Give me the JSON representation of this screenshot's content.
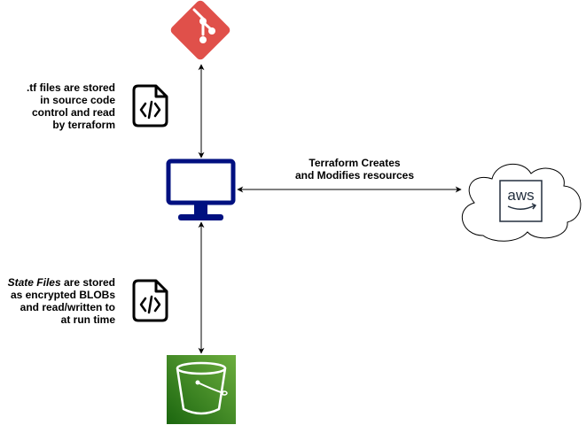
{
  "labels": {
    "tf_files": {
      "line1": ".tf files are stored",
      "line2": "in source code",
      "line3": "control and read",
      "line4": "by terraform"
    },
    "resources": {
      "line1": "Terraform Creates",
      "line2": "and Modifies resources"
    },
    "state_files": {
      "emphasis": "State Files",
      "line1_rest": " are stored",
      "line2": "as encrypted BLOBs",
      "line3": "and read/written to",
      "line4": "at run time"
    },
    "aws_logo_text": "aws"
  },
  "nodes": {
    "git": {
      "icon": "git-logo-icon",
      "color": "#e0504a"
    },
    "tf_file": {
      "icon": "code-file-icon",
      "color": "#000000"
    },
    "computer": {
      "icon": "monitor-icon",
      "color": "#001080"
    },
    "cloud": {
      "icon": "cloud-icon",
      "color": "#000000"
    },
    "aws": {
      "icon": "aws-logo-icon",
      "color": "#232f3e"
    },
    "state_file": {
      "icon": "code-file-icon",
      "color": "#000000"
    },
    "s3": {
      "icon": "s3-bucket-icon",
      "color": "#3f8624"
    }
  },
  "edges": [
    {
      "from": "git",
      "to": "computer",
      "style": "bidirectional"
    },
    {
      "from": "computer",
      "to": "aws",
      "style": "bidirectional"
    },
    {
      "from": "computer",
      "to": "s3",
      "style": "bidirectional"
    }
  ]
}
